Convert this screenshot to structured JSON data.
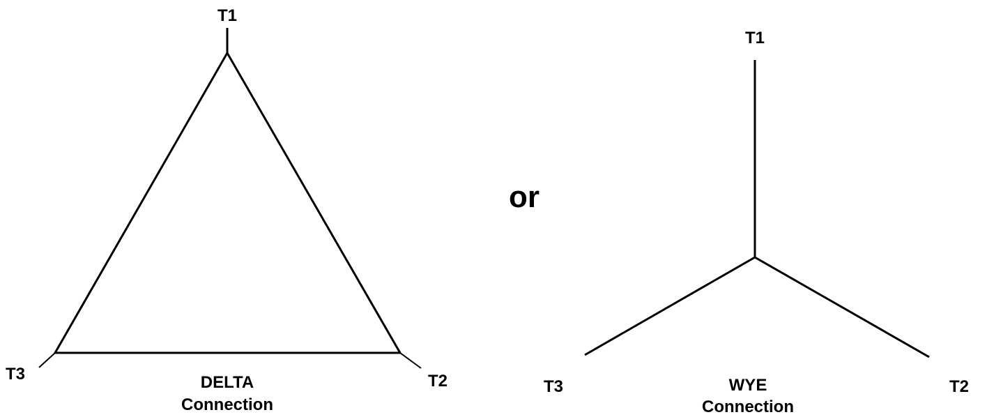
{
  "delta": {
    "title": "DELTA",
    "subtitle": "Connection",
    "terminals": {
      "t1": "T1",
      "t2": "T2",
      "t3": "T3"
    }
  },
  "separator": "or",
  "wye": {
    "title": "WYE",
    "subtitle": "Connection",
    "terminals": {
      "t1": "T1",
      "t2": "T2",
      "t3": "T3"
    }
  }
}
